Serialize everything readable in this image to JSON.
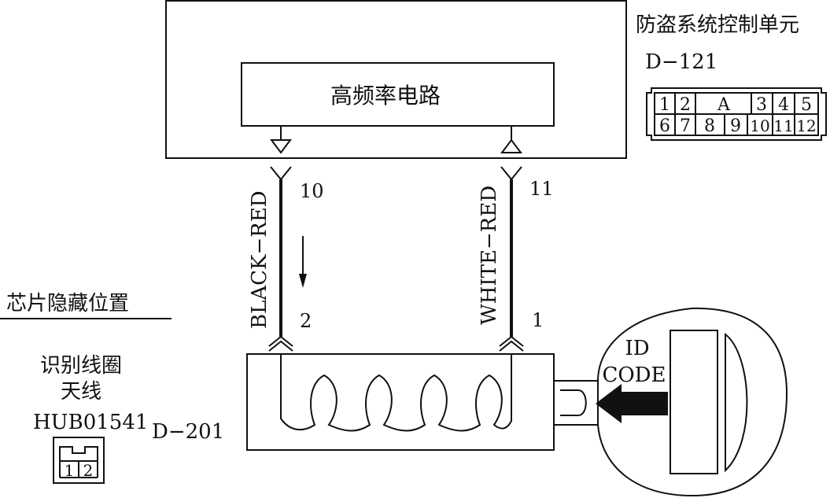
{
  "control_unit": {
    "title": "防盗系统控制单元",
    "connector_id": "D−121",
    "inner_circuit_label": "高频率电路",
    "connector_pins_top": [
      "1",
      "2",
      "A",
      "3",
      "4",
      "5"
    ],
    "connector_pins_bottom": [
      "6",
      "7",
      "8",
      "9",
      "10",
      "11",
      "12"
    ]
  },
  "wires": [
    {
      "color_label": "BLACK−RED",
      "pin_top": "10",
      "pin_bottom": "2"
    },
    {
      "color_label": "WHITE−RED",
      "pin_top": "11",
      "pin_bottom": "1"
    }
  ],
  "chip_location": {
    "heading": "芯片隐藏位置"
  },
  "antenna": {
    "label_line1": "识别线圈",
    "label_line2": "天线",
    "part_number": "HUB01541",
    "connector_id": "D−201",
    "connector_pins": [
      "1",
      "2"
    ]
  },
  "key": {
    "id_label_line1": "ID",
    "id_label_line2": "CODE"
  }
}
